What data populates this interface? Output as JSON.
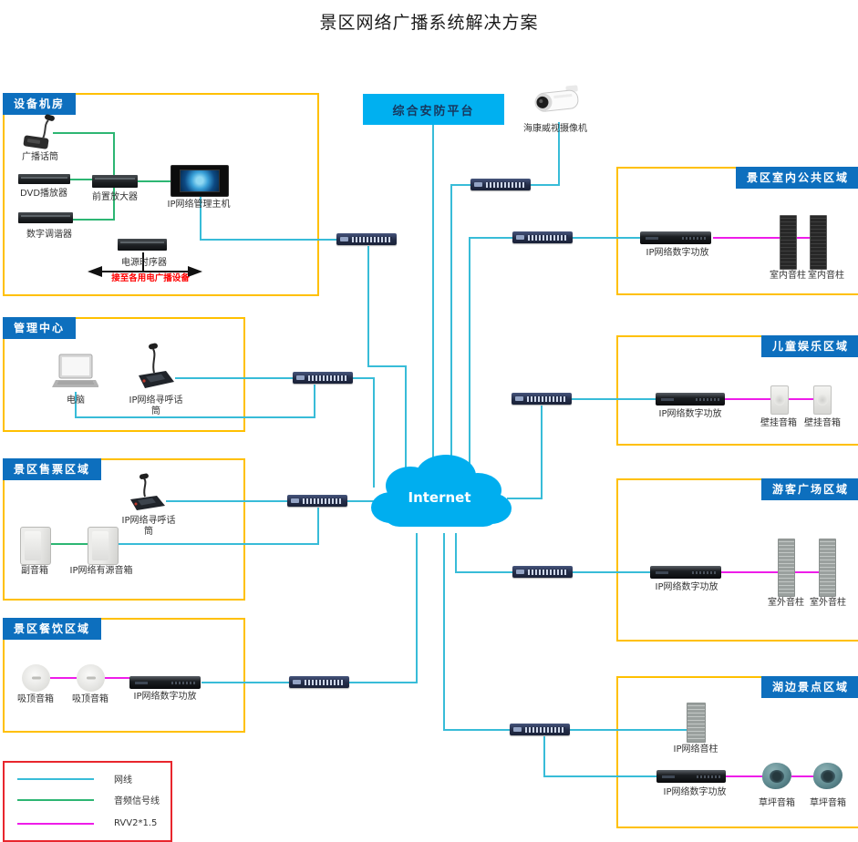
{
  "title": "景区网络广播系统解决方案",
  "internet": {
    "label": "Internet"
  },
  "security_platform": {
    "label": "综合安防平台"
  },
  "camera": {
    "label": "海康威视摄像机"
  },
  "zones": {
    "equipment_room": {
      "title": "设备机房",
      "mic": "广播话筒",
      "dvd": "DVD播放器",
      "preamp": "前置放大器",
      "host": "IP网络管理主机",
      "tuner": "数字调谐器",
      "sequencer": "电源时序器",
      "note": "接至各用电广播设备"
    },
    "management_center": {
      "title": "管理中心",
      "pc": "电脑",
      "paging_mic": "IP网络寻呼话筒"
    },
    "ticket_area": {
      "title": "景区售票区域",
      "paging_mic": "IP网络寻呼话筒",
      "aux_speaker": "副音箱",
      "active_speaker": "IP网络有源音箱"
    },
    "dining_area": {
      "title": "景区餐饮区域",
      "ceiling_speakers": [
        "吸顶音箱",
        "吸顶音箱"
      ],
      "amp": "IP网络数字功放"
    },
    "indoor_area": {
      "title": "景区室内公共区域",
      "amp": "IP网络数字功放",
      "speakers": [
        "室内音柱",
        "室内音柱"
      ]
    },
    "children_area": {
      "title": "儿童娱乐区域",
      "amp": "IP网络数字功放",
      "speakers": [
        "壁挂音箱",
        "壁挂音箱"
      ]
    },
    "plaza_area": {
      "title": "游客广场区域",
      "amp": "IP网络数字功放",
      "speakers": [
        "室外音柱",
        "室外音柱"
      ]
    },
    "lakeside_area": {
      "title": "湖边景点区域",
      "column": "IP网络音柱",
      "amp": "IP网络数字功放",
      "speakers": [
        "草坪音箱",
        "草坪音箱"
      ]
    }
  },
  "legend": {
    "items": [
      {
        "label": "网线",
        "color": "#38BCD8"
      },
      {
        "label": "音频信号线",
        "color": "#2DB673"
      },
      {
        "label": "RVV2*1.5",
        "color": "#EE1DE9"
      }
    ]
  },
  "colors": {
    "network_line": "#38BCD8",
    "audio_line": "#2DB673",
    "rvv_line": "#EE1DE9",
    "zone_border": "#FFC000",
    "zone_header_bg": "#0D6FBE",
    "platform_bg": "#00B0F0",
    "cloud": "#00AEEF",
    "legend_border": "#E8262D",
    "warning_text": "#FF0000"
  }
}
